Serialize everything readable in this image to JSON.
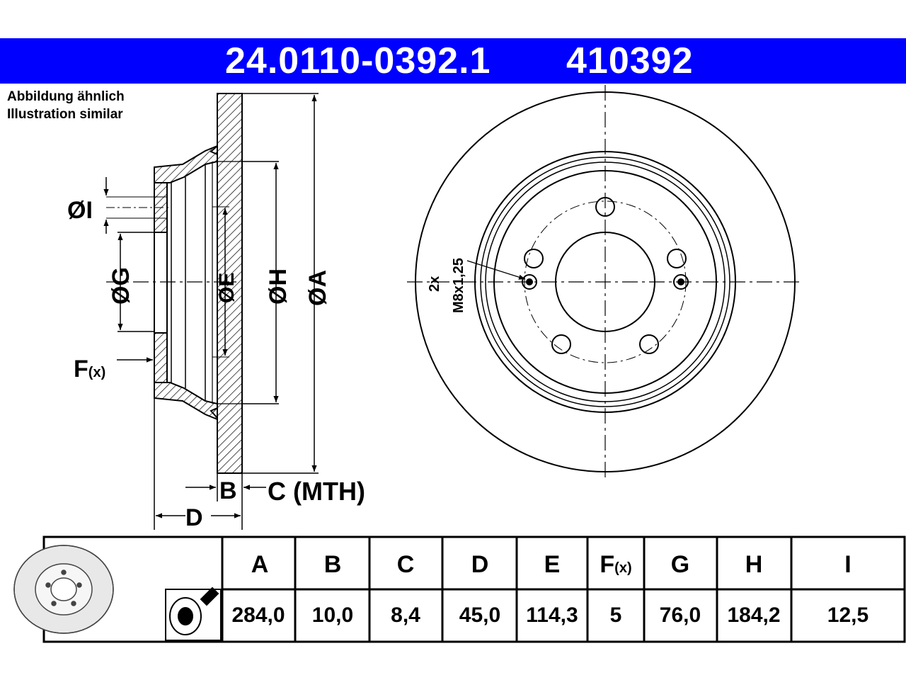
{
  "header": {
    "part_number": "24.0110-0392.1",
    "ref_number": "410392",
    "background": "#0000ff"
  },
  "note": {
    "line1": "Abbildung ähnlich",
    "line2": "Illustration similar"
  },
  "section_view": {
    "label_I": "ØI",
    "label_G": "ØG",
    "label_F": "F",
    "label_F_sub": "(x)",
    "label_E": "ØE",
    "label_H": "ØH",
    "label_A": "ØA",
    "label_B": "B",
    "label_C": "C (MTH)",
    "label_D": "D"
  },
  "front_view": {
    "thread_count": "2x",
    "thread_spec": "M8x1,25"
  },
  "spec_table": {
    "columns": [
      {
        "label": "A",
        "value": "284,0"
      },
      {
        "label": "B",
        "value": "10,0"
      },
      {
        "label": "C",
        "value": "8,4"
      },
      {
        "label": "D",
        "value": "45,0"
      },
      {
        "label": "E",
        "value": "114,3"
      },
      {
        "label": "F",
        "label_sub": "(x)",
        "value": "5"
      },
      {
        "label": "G",
        "value": "76,0"
      },
      {
        "label": "H",
        "value": "184,2"
      },
      {
        "label": "I",
        "value": "12,5"
      }
    ]
  }
}
